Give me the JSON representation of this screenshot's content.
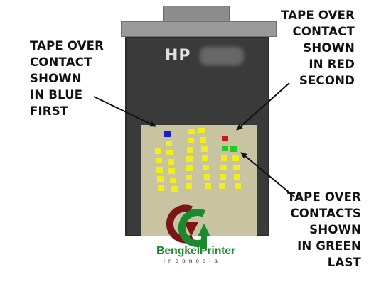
{
  "labels": {
    "blue": [
      "TAPE OVER",
      "CONTACT",
      "SHOWN",
      "IN BLUE",
      "FIRST"
    ],
    "red": [
      "TAPE OVER",
      "CONTACT",
      "SHOWN",
      "IN RED",
      "SECOND"
    ],
    "green": [
      "TAPE OVER",
      "CONTACTS",
      "SHOWN",
      "IN GREEN",
      "LAST"
    ]
  },
  "cartridge": {
    "brand": "HP"
  },
  "watermark": {
    "name_part1": "Bengkel",
    "name_part2": "Printer",
    "subtitle": "indonesia"
  },
  "colors": {
    "blue_contact": "#1c1ccc",
    "red_contact": "#d01515",
    "green_contact": "#22cc22",
    "yellow_contact": "#f2ee1e",
    "logo_maroon": "#7a1618",
    "logo_green": "#1b8a2f"
  }
}
